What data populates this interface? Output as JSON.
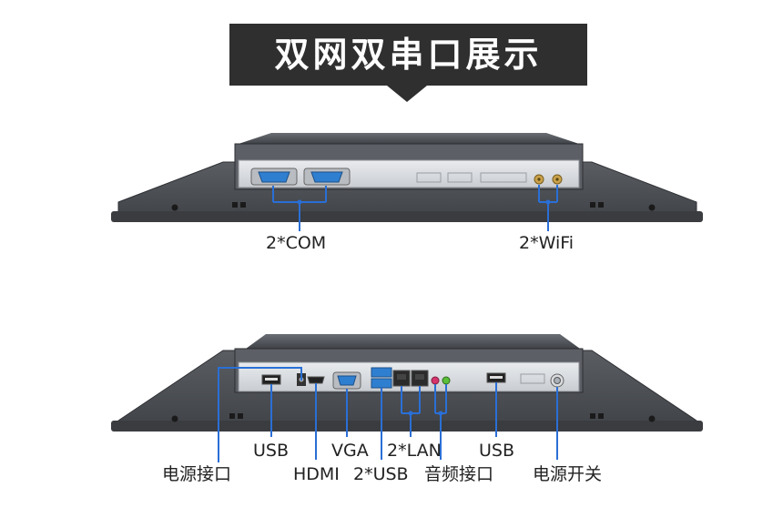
{
  "banner": {
    "title": "双网双串口展示"
  },
  "top_view": {
    "labels": {
      "com": "2*COM",
      "wifi": "2*WiFi"
    }
  },
  "bottom_view": {
    "labels": {
      "usb_left": "USB",
      "vga": "VGA",
      "lan": "2*LAN",
      "usb_right": "USB",
      "power_port": "电源接口",
      "hdmi": "HDMI",
      "usb_dual": "2*USB",
      "audio": "音频接口",
      "power_switch": "电源开关"
    }
  },
  "colors": {
    "banner_bg": "#2f2f2f",
    "panel_body": "#4a4d52",
    "panel_edge": "#2e3034",
    "callout_line": "#2a6fd6",
    "port_blue": "#2f7fd1"
  }
}
